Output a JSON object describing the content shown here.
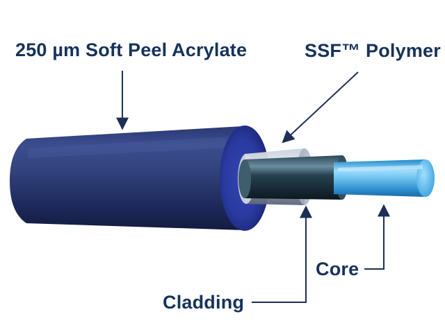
{
  "colors": {
    "label_text": "#16325c",
    "leader_line": "#1d2f55",
    "jacket": "#2a3a7c",
    "core": "#6fc3ee"
  },
  "labels": {
    "jacket": "250 µm Soft Peel Acrylate",
    "ssf_polymer": "SSF™ Polymer",
    "core": "Core",
    "cladding": "Cladding"
  }
}
